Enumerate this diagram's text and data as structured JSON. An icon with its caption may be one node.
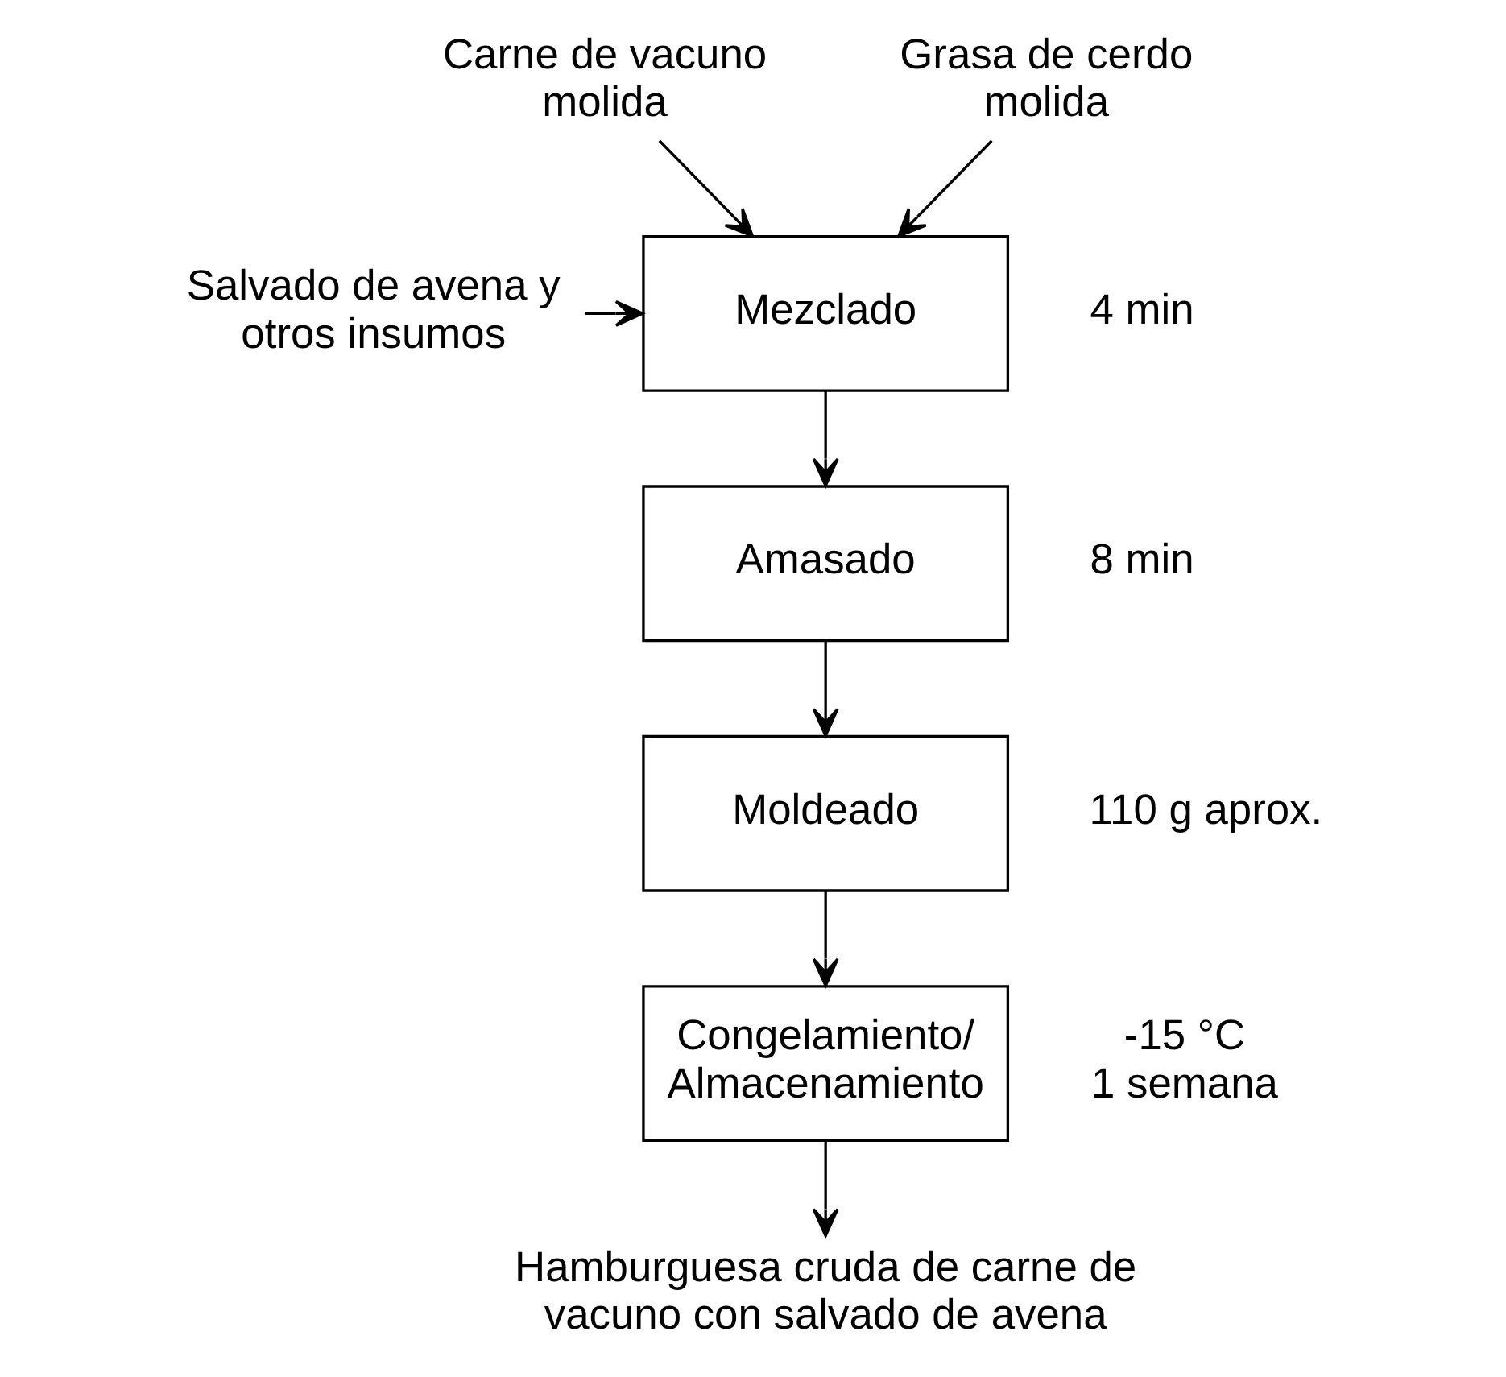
{
  "diagram": {
    "nodes": [
      {
        "text": [
          "Carne de vacuno molida"
        ]
      },
      {
        "text": [
          "Grasa de cerdo molida"
        ]
      },
      {
        "text": [
          "Salvado de avena y otros insumos"
        ]
      },
      {
        "text": [
          "Mezclado"
        ],
        "beside": [
          "4 min"
        ]
      },
      {
        "text": [
          "Amasado"
        ],
        "beside": [
          "8 min"
        ]
      },
      {
        "text": [
          "Moldeado"
        ],
        "beside": [
          "110 g aprox."
        ]
      },
      {
        "text": [
          "Congelamiento/ Almacenamiento"
        ],
        "beside": [
          "-15 °C",
          "1 semana"
        ]
      },
      {
        "text": [
          "Hamburguesa cruda de carne de vacuno con salvado de avena"
        ]
      }
    ],
    "edges": [
      {
        "from": 0,
        "to": 3,
        "arrow": "to"
      },
      {
        "from": 1,
        "to": 3,
        "arrow": "to"
      },
      {
        "from": 2,
        "to": 3,
        "arrow": "to"
      },
      {
        "from": 3,
        "to": 4,
        "arrow": "to"
      },
      {
        "from": 4,
        "to": 5,
        "arrow": "to"
      },
      {
        "from": 5,
        "to": 6,
        "arrow": "to"
      },
      {
        "from": 6,
        "to": 7,
        "arrow": "to"
      }
    ]
  }
}
